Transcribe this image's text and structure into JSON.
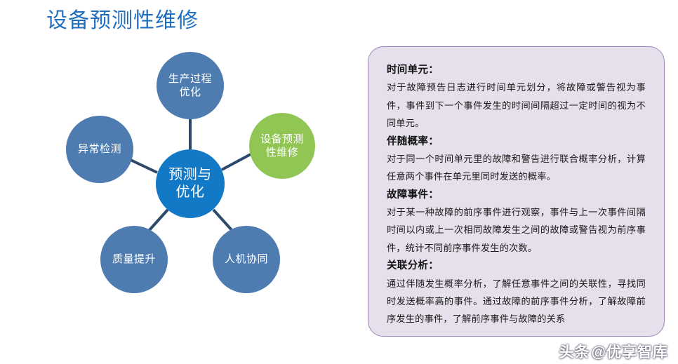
{
  "title": "设备预测性维修",
  "colors": {
    "title": "#1f6fc0",
    "hub": "#1279c6",
    "spoke": "#4e7cb0",
    "accent": "#92c654",
    "spoke_line": "#2e4a6b",
    "panel_bg": "#e6e0ec",
    "panel_border": "#9d86b5"
  },
  "diagram": {
    "hub": {
      "label": "预测与优化"
    },
    "nodes": [
      {
        "id": "top",
        "label": "生产过程优化",
        "color": "blue"
      },
      {
        "id": "right",
        "label": "设备预测性维修",
        "color": "green"
      },
      {
        "id": "left",
        "label": "异常检测",
        "color": "blue"
      },
      {
        "id": "botleft",
        "label": "质量提升",
        "color": "blue"
      },
      {
        "id": "botright",
        "label": "人机协同",
        "color": "blue"
      }
    ]
  },
  "panel": {
    "sections": [
      {
        "heading": "时间单元：",
        "body": "对于故障预告日志进行时间单元划分，将故障或警告视为事件，事件到下一个事件发生的时间间隔超过一定时间的视为不同单元。"
      },
      {
        "heading": "伴随概率：",
        "body": "对于同一个时间单元里的故障和警告进行联合概率分析，计算任意两个事件在单元里同时发送的概率。"
      },
      {
        "heading": "故障事件：",
        "body": "对于某一种故障的前序事件进行观察，事件与上一次事件间隔时间以内或上一次相同故障发生之间的故障或警告视为前序事件，统计不同前序事件发生的次数。"
      },
      {
        "heading": "关联分析：",
        "body": "通过伴随发生概率分析，了解任意事件之间的关联性，寻找同时发送概率高的事件。通过故障的前序事件分析，了解故障前序发生的事件，了解前序事件与故障的关系"
      }
    ]
  },
  "watermark": {
    "source": "头条",
    "handle": "@优享智库"
  }
}
